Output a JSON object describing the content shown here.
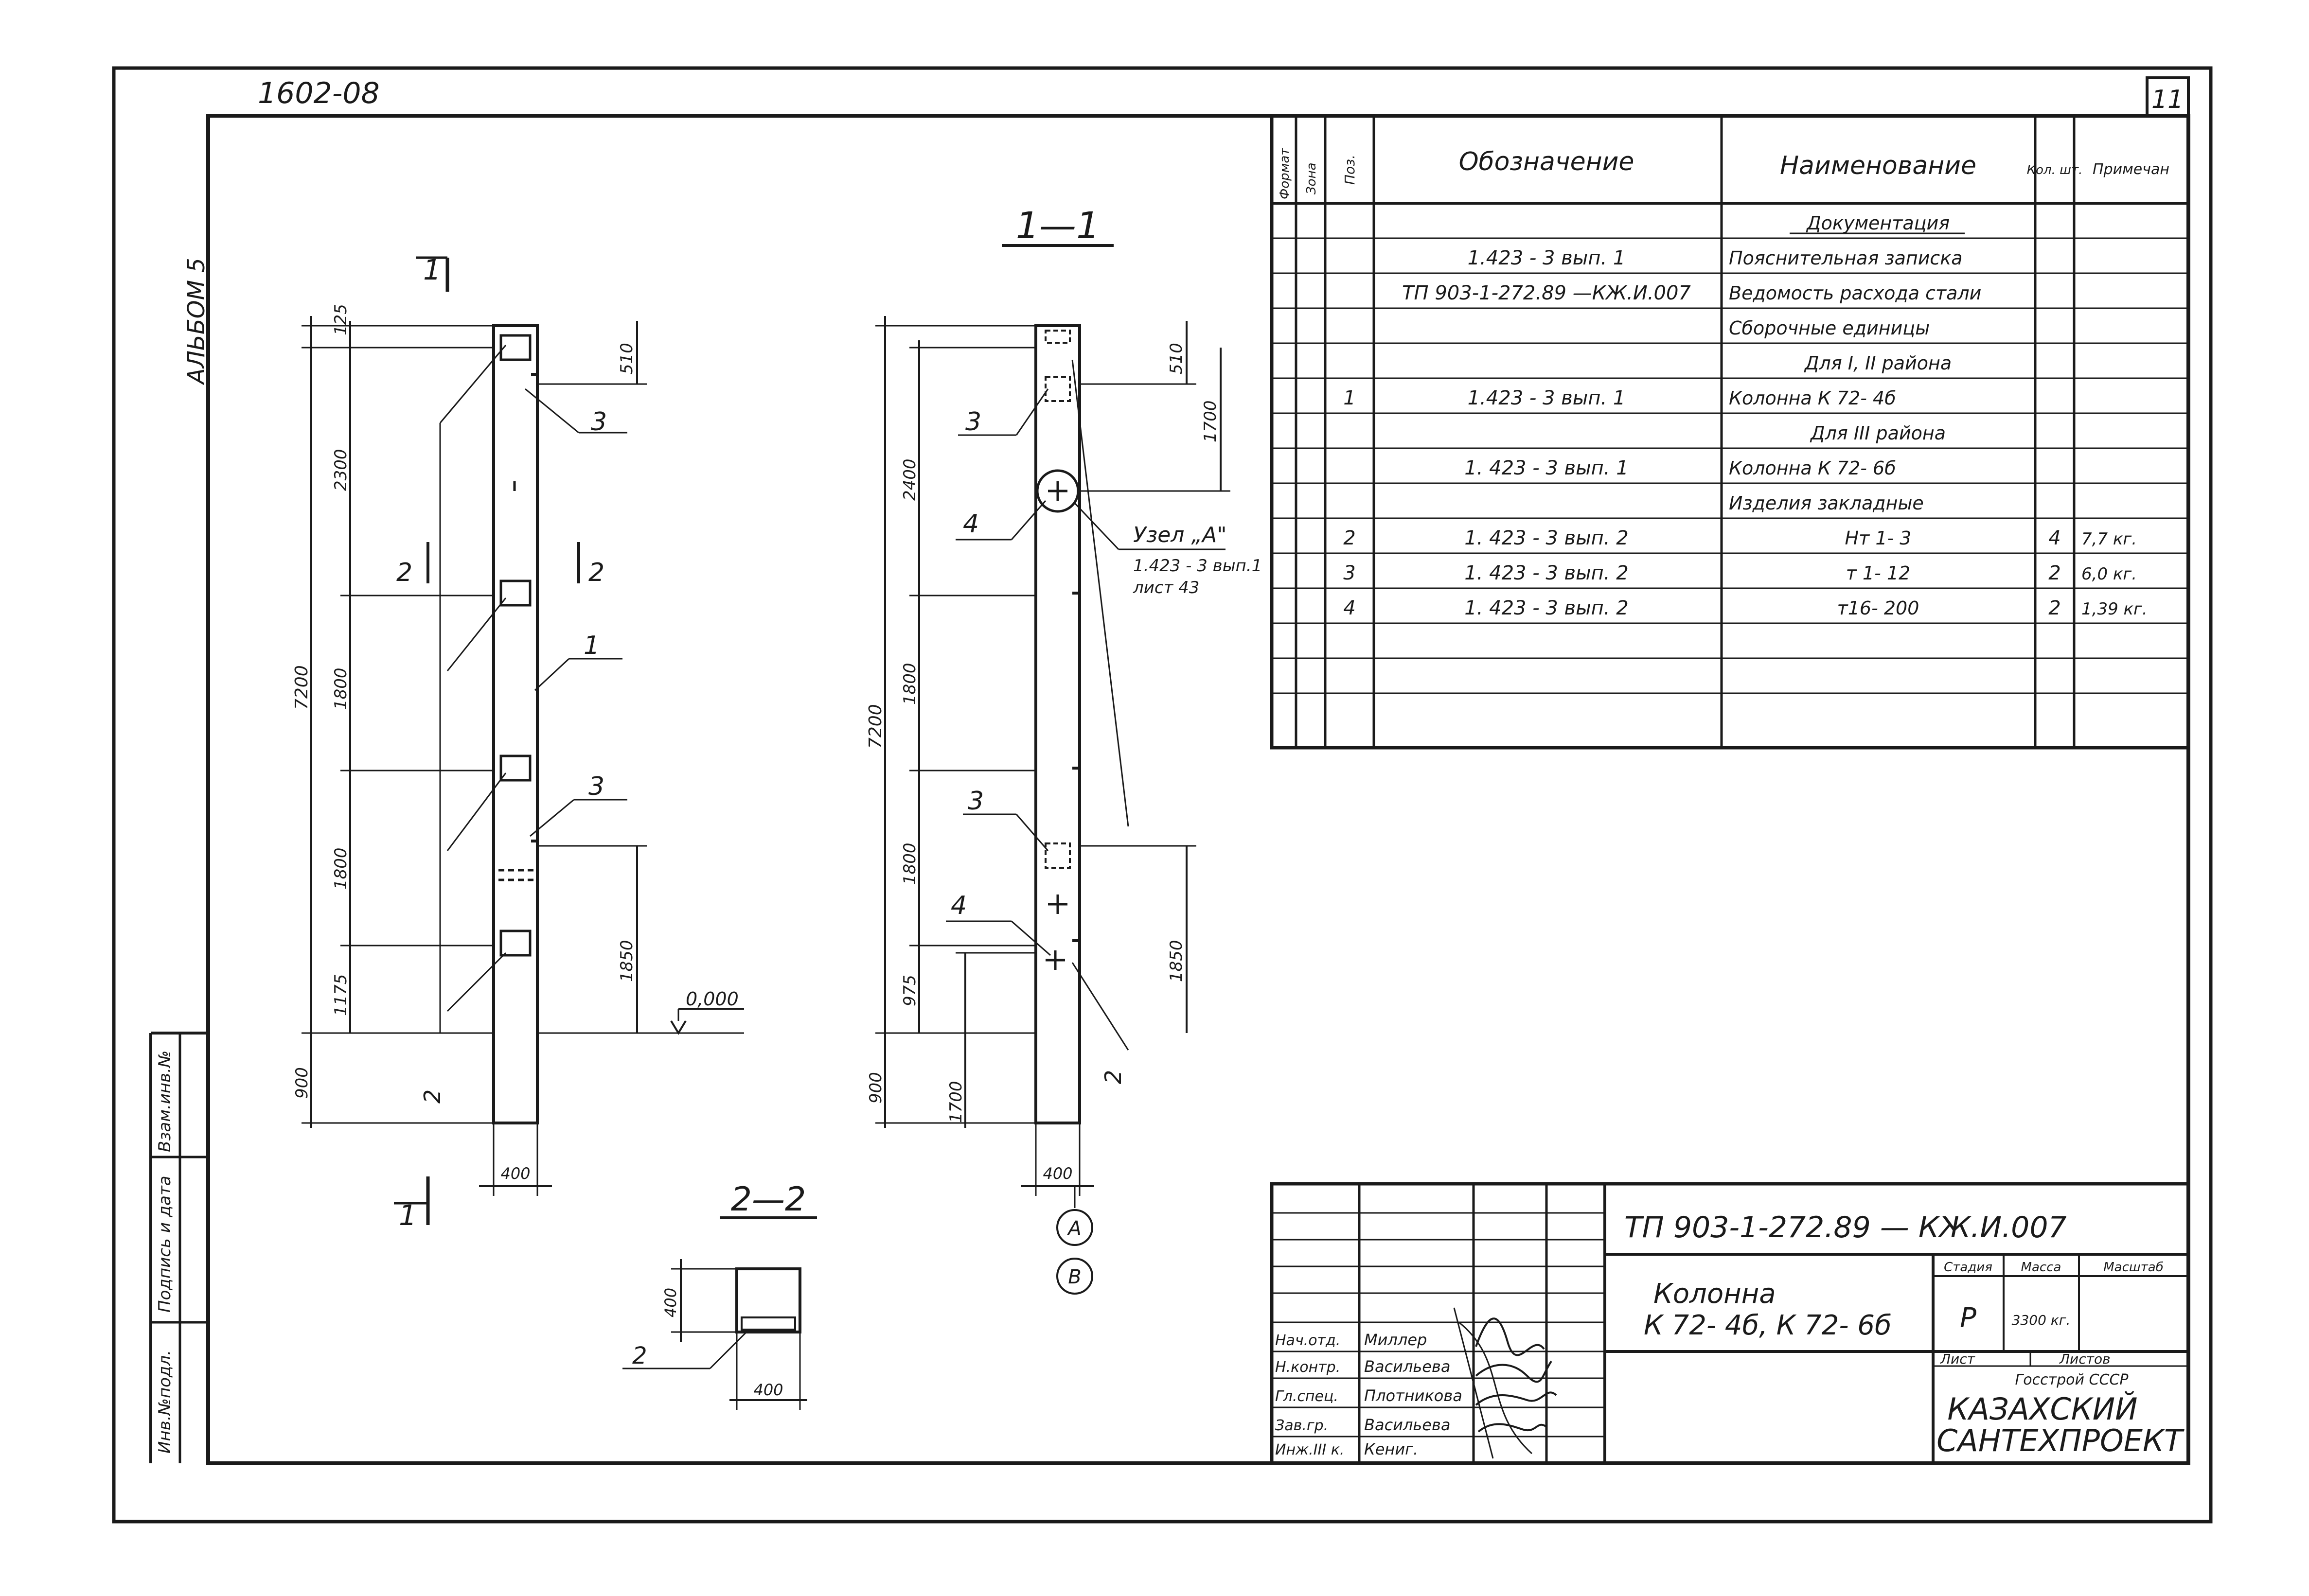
{
  "header": {
    "album_code": "1602-08",
    "sheet_number": "11",
    "album_label": "АЛЬБОМ 5"
  },
  "views": {
    "elevation_marker": "1",
    "section_1_title": "1—1",
    "section_2_title": "2—2",
    "section_2_mark": "2",
    "level_mark": "0,000",
    "node_label": "Узел „А\"",
    "node_ref_1": "1.423 - 3 вып.1",
    "node_ref_2": "лист 43",
    "axis_a": "A",
    "axis_b": "B",
    "pos": {
      "p1": "1",
      "p2": "2",
      "p3": "3",
      "p4": "4"
    },
    "dims": {
      "d125": "125",
      "d2300": "2300",
      "d510": "510",
      "d1800": "1800",
      "d1175": "1175",
      "d900": "900",
      "d7200": "7200",
      "d1850": "1850",
      "d400": "400",
      "d2400": "2400",
      "d1700": "1700",
      "d975": "975"
    }
  },
  "spec_table": {
    "headers": {
      "format": "Формат",
      "zone": "Зона",
      "pos": "Поз.",
      "designation": "Обозначение",
      "name": "Наименование",
      "qty": "Кол. шт.",
      "note": "Примечан"
    },
    "rows": [
      {
        "pos": "",
        "designation": "",
        "name": "Документация",
        "qty": "",
        "note": ""
      },
      {
        "pos": "",
        "designation": "1.423 - 3   вып. 1",
        "name": "Пояснительная записка",
        "qty": "",
        "note": ""
      },
      {
        "pos": "",
        "designation": "ТП 903-1-272.89  —КЖ.И.007",
        "name": "Ведомость расхода стали",
        "qty": "",
        "note": ""
      },
      {
        "pos": "",
        "designation": "",
        "name": "Сборочные  единицы",
        "qty": "",
        "note": ""
      },
      {
        "pos": "",
        "designation": "",
        "name": "Для  I, II  района",
        "qty": "",
        "note": ""
      },
      {
        "pos": "1",
        "designation": "1.423 - 3   вып. 1",
        "name": "Колонна  К 72- 4б",
        "qty": "",
        "note": ""
      },
      {
        "pos": "",
        "designation": "",
        "name": "Для  III  района",
        "qty": "",
        "note": ""
      },
      {
        "pos": "",
        "designation": "1. 423 - 3   вып. 1",
        "name": "Колонна   К 72- 6б",
        "qty": "",
        "note": ""
      },
      {
        "pos": "",
        "designation": "",
        "name": "Изделия  закладные",
        "qty": "",
        "note": ""
      },
      {
        "pos": "2",
        "designation": "1. 423 - 3   вып. 2",
        "name": "Нт 1- 3",
        "qty": "4",
        "note": "7,7 кг."
      },
      {
        "pos": "3",
        "designation": "1. 423 - 3   вып. 2",
        "name": "т 1- 12",
        "qty": "2",
        "note": "6,0 кг."
      },
      {
        "pos": "4",
        "designation": "1. 423 - 3   вып. 2",
        "name": "т16- 200",
        "qty": "2",
        "note": "1,39 кг."
      }
    ]
  },
  "title_block": {
    "code": "ТП 903-1-272.89    — КЖ.И.007",
    "title_line1": "Колонна",
    "title_line2": "К 72- 4б, К 72- 6б",
    "stage_label": "Стадия",
    "mass_label": "Масса",
    "scale_label": "Масштаб",
    "stage": "Р",
    "mass": "3300 кг.",
    "sheet_label": "Лист",
    "sheets_label": "Листов",
    "org_1": "Госстрой СССР",
    "org_2": "КАЗАХСКИЙ",
    "org_3": "САНТЕХПРОЕКТ",
    "signatures": [
      {
        "role": "Нач.отд.",
        "person": "Миллер"
      },
      {
        "role": "Н.контр.",
        "person": "Васильева"
      },
      {
        "role": "Гл.спец.",
        "person": "Плотникова"
      },
      {
        "role": "Зав.гр.",
        "person": "Васильева"
      },
      {
        "role": "Инж.III к.",
        "person": "Кениг."
      }
    ]
  },
  "side_stamp": {
    "inv_original": "Инв.№подл.",
    "sign_date": "Подпись и дата",
    "replace_inv": "Взам.инв.№"
  }
}
